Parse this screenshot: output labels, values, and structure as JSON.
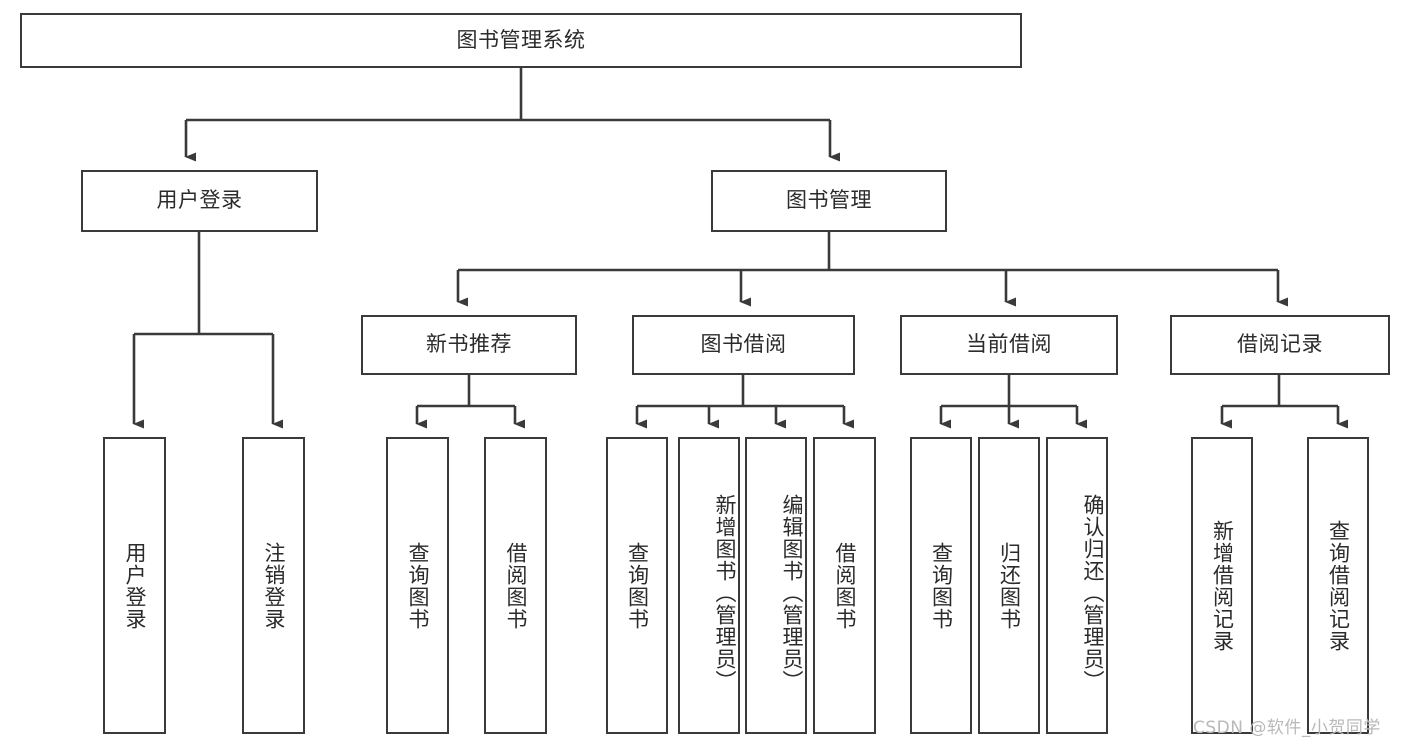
{
  "diagram": {
    "title": "图书管理系统",
    "type": "功能结构图",
    "watermark": "CSDN @软件_小贺同学",
    "colors": {
      "box_border": "#3a3a3a",
      "box_fill": "#ffffff",
      "connector": "#3a3a3a",
      "text": "#2b2b2b",
      "background": "#ffffff",
      "watermark": "#b9b9b9"
    }
  },
  "nodes": {
    "root": {
      "label": "图书管理系统",
      "level": 1,
      "orientation": "horizontal"
    },
    "level2": [
      {
        "id": "user-login",
        "label": "用户登录",
        "orientation": "horizontal"
      },
      {
        "id": "book-management",
        "label": "图书管理",
        "orientation": "horizontal"
      }
    ],
    "level3": [
      {
        "id": "new-book-recommend",
        "label": "新书推荐",
        "orientation": "horizontal",
        "parent": "book-management"
      },
      {
        "id": "book-borrow",
        "label": "图书借阅",
        "orientation": "horizontal",
        "parent": "book-management"
      },
      {
        "id": "current-borrow",
        "label": "当前借阅",
        "orientation": "horizontal",
        "parent": "book-management"
      },
      {
        "id": "borrow-record",
        "label": "借阅记录",
        "orientation": "horizontal",
        "parent": "book-management"
      }
    ],
    "leaves": [
      {
        "id": "leaf-user-login",
        "label": "用户登录",
        "parent": "user-login",
        "orientation": "vertical"
      },
      {
        "id": "leaf-user-logout",
        "label": "注销登录",
        "parent": "user-login",
        "orientation": "vertical"
      },
      {
        "id": "leaf-query-book-1",
        "label": "查询图书",
        "parent": "new-book-recommend",
        "orientation": "vertical"
      },
      {
        "id": "leaf-borrow-book-1",
        "label": "借阅图书",
        "parent": "new-book-recommend",
        "orientation": "vertical"
      },
      {
        "id": "leaf-query-book-2",
        "label": "查询图书",
        "parent": "book-borrow",
        "orientation": "vertical"
      },
      {
        "id": "leaf-add-book",
        "label": "新增图书（管理员）",
        "parent": "book-borrow",
        "orientation": "vertical"
      },
      {
        "id": "leaf-edit-book",
        "label": "编辑图书（管理员）",
        "parent": "book-borrow",
        "orientation": "vertical"
      },
      {
        "id": "leaf-borrow-book-2",
        "label": "借阅图书",
        "parent": "book-borrow",
        "orientation": "vertical"
      },
      {
        "id": "leaf-query-book-3",
        "label": "查询图书",
        "parent": "current-borrow",
        "orientation": "vertical"
      },
      {
        "id": "leaf-return-book",
        "label": "归还图书",
        "parent": "current-borrow",
        "orientation": "vertical"
      },
      {
        "id": "leaf-confirm-return",
        "label": "确认归还（管理员）",
        "parent": "current-borrow",
        "orientation": "vertical"
      },
      {
        "id": "leaf-add-record",
        "label": "新增借阅记录",
        "parent": "borrow-record",
        "orientation": "vertical"
      },
      {
        "id": "leaf-query-record",
        "label": "查询借阅记录",
        "parent": "borrow-record",
        "orientation": "vertical"
      }
    ]
  }
}
